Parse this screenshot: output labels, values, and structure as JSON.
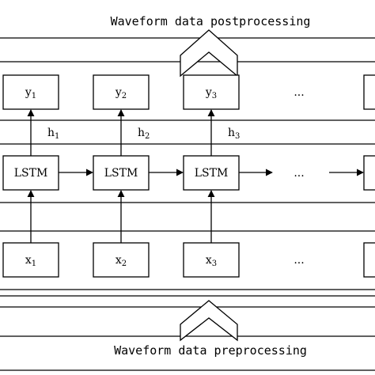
{
  "diagram": {
    "top_label": "Waveform data postprocessing",
    "bottom_label": "Waveform data preprocessing",
    "outputs": [
      {
        "base": "y",
        "sub": "1"
      },
      {
        "base": "y",
        "sub": "2"
      },
      {
        "base": "y",
        "sub": "3"
      }
    ],
    "output_ellipsis": "...",
    "hidden": [
      {
        "base": "h",
        "sub": "1"
      },
      {
        "base": "h",
        "sub": "2"
      },
      {
        "base": "h",
        "sub": "3"
      }
    ],
    "lstm_label": "LSTM",
    "lstm_ellipsis": "...",
    "inputs": [
      {
        "base": "x",
        "sub": "1"
      },
      {
        "base": "x",
        "sub": "2"
      },
      {
        "base": "x",
        "sub": "3"
      }
    ],
    "input_ellipsis": "..."
  }
}
